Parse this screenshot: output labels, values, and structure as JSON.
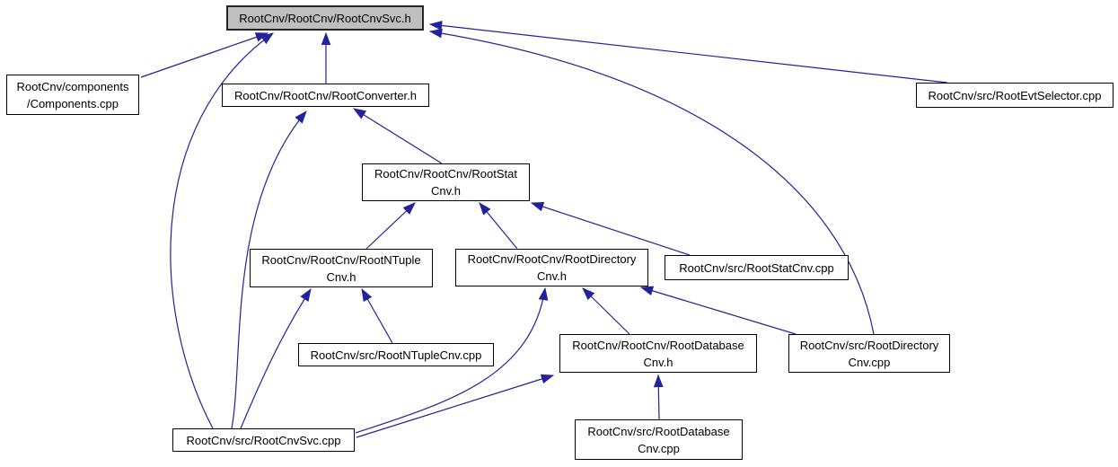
{
  "diagram": {
    "type": "include-dependency-graph",
    "nodes": [
      {
        "id": "rootcnvsvc_h",
        "label": "RootCnv/RootCnv/RootCnvSvc.h",
        "highlighted": true
      },
      {
        "id": "components_cpp",
        "label": "RootCnv/components\n/Components.cpp",
        "highlighted": false
      },
      {
        "id": "rootconverter_h",
        "label": "RootCnv/RootCnv/RootConverter.h",
        "highlighted": false
      },
      {
        "id": "rootevtselector_cpp",
        "label": "RootCnv/src/RootEvtSelector.cpp",
        "highlighted": false
      },
      {
        "id": "rootstatcnv_h",
        "label": "RootCnv/RootCnv/RootStat\nCnv.h",
        "highlighted": false
      },
      {
        "id": "rootntuplecnv_h",
        "label": "RootCnv/RootCnv/RootNTuple\nCnv.h",
        "highlighted": false
      },
      {
        "id": "rootdirectorycnv_h",
        "label": "RootCnv/RootCnv/RootDirectory\nCnv.h",
        "highlighted": false
      },
      {
        "id": "rootstatcnv_cpp",
        "label": "RootCnv/src/RootStatCnv.cpp",
        "highlighted": false
      },
      {
        "id": "rootntuplecnv_cpp",
        "label": "RootCnv/src/RootNTupleCnv.cpp",
        "highlighted": false
      },
      {
        "id": "rootdatabasecnv_h",
        "label": "RootCnv/RootCnv/RootDatabase\nCnv.h",
        "highlighted": false
      },
      {
        "id": "rootdirectorycnv_cpp",
        "label": "RootCnv/src/RootDirectory\nCnv.cpp",
        "highlighted": false
      },
      {
        "id": "rootcnvsvc_cpp",
        "label": "RootCnv/src/RootCnvSvc.cpp",
        "highlighted": false
      },
      {
        "id": "rootdatabasecnv_cpp",
        "label": "RootCnv/src/RootDatabase\nCnv.cpp",
        "highlighted": false
      }
    ],
    "edges": [
      {
        "from": "components_cpp",
        "to": "rootcnvsvc_h"
      },
      {
        "from": "rootcnvsvc_cpp",
        "to": "rootcnvsvc_h"
      },
      {
        "from": "rootconverter_h",
        "to": "rootcnvsvc_h"
      },
      {
        "from": "rootevtselector_cpp",
        "to": "rootcnvsvc_h"
      },
      {
        "from": "rootdirectorycnv_cpp",
        "to": "rootcnvsvc_h"
      },
      {
        "from": "rootstatcnv_h",
        "to": "rootconverter_h"
      },
      {
        "from": "rootcnvsvc_cpp",
        "to": "rootconverter_h"
      },
      {
        "from": "rootntuplecnv_h",
        "to": "rootstatcnv_h"
      },
      {
        "from": "rootdirectorycnv_h",
        "to": "rootstatcnv_h"
      },
      {
        "from": "rootstatcnv_cpp",
        "to": "rootstatcnv_h"
      },
      {
        "from": "rootcnvsvc_cpp",
        "to": "rootntuplecnv_h"
      },
      {
        "from": "rootntuplecnv_cpp",
        "to": "rootntuplecnv_h"
      },
      {
        "from": "rootcnvsvc_cpp",
        "to": "rootdirectorycnv_h"
      },
      {
        "from": "rootdatabasecnv_h",
        "to": "rootdirectorycnv_h"
      },
      {
        "from": "rootdirectorycnv_cpp",
        "to": "rootdirectorycnv_h"
      },
      {
        "from": "rootcnvsvc_cpp",
        "to": "rootdatabasecnv_h"
      },
      {
        "from": "rootdatabasecnv_cpp",
        "to": "rootdatabasecnv_h"
      }
    ]
  },
  "colors": {
    "edge-color": "#22229a",
    "node-bg": "#ffffff",
    "node-border": "#000000",
    "highlight-bg": "#bfbfbf",
    "highlight-border": "#262626",
    "text-color": "#000000",
    "canvas-bg": "#ffffff"
  }
}
